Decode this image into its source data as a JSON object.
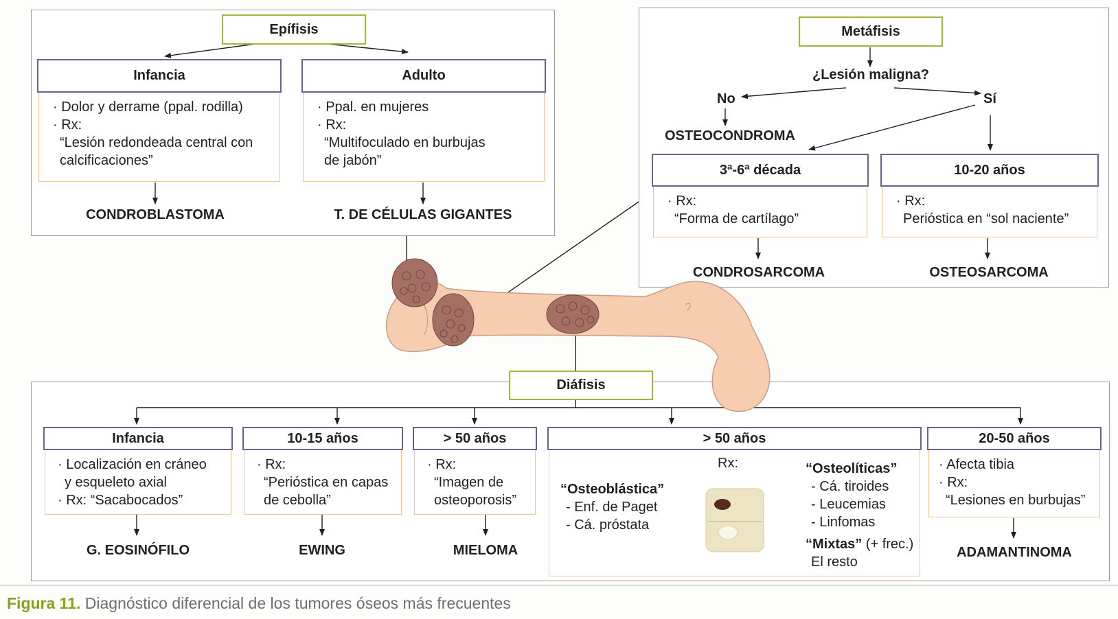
{
  "epifisis": {
    "title": "Epífisis",
    "infancia": {
      "header": "Infancia",
      "lines": [
        "· Dolor y derrame (ppal. rodilla)",
        "· Rx:",
        "“Lesión redondeada central con",
        "calcificaciones”"
      ],
      "result": "CONDROBLASTOMA"
    },
    "adulto": {
      "header": "Adulto",
      "lines": [
        "· Ppal. en mujeres",
        "· Rx:",
        "“Multifoculado en burbujas",
        "de jabón”"
      ],
      "result": "T. DE CÉLULAS GIGANTES"
    }
  },
  "metafisis": {
    "title": "Metáfisis",
    "question": "¿Lesión maligna?",
    "no": "No",
    "si": "Sí",
    "no_result": "OSTEOCONDROMA",
    "decada": {
      "header": "3ª-6ª década",
      "lines": [
        "· Rx:",
        "“Forma de cartílago”"
      ],
      "result": "CONDROSARCOMA"
    },
    "anos": {
      "header": "10-20 años",
      "lines": [
        "· Rx:",
        "Perióstica en “sol naciente”"
      ],
      "result": "OSTEOSARCOMA"
    }
  },
  "diafisis": {
    "title": "Diáfisis",
    "infancia": {
      "header": "Infancia",
      "lines": [
        "· Localización en cráneo",
        "y esqueleto axial",
        "· Rx: “Sacabocados”"
      ],
      "result": "G. EOSINÓFILO"
    },
    "ewing": {
      "header": "10-15 años",
      "lines": [
        "· Rx:",
        "“Perióstica en capas",
        "de cebolla”"
      ],
      "result": "EWING"
    },
    "mieloma": {
      "header": "> 50 años",
      "lines": [
        "· Rx:",
        "“Imagen de",
        "osteoporosis”"
      ],
      "result": "MIELOMA"
    },
    "metastasis": {
      "header": "> 50 años",
      "rx": "Rx:",
      "blastica_title": "“Osteoblástica”",
      "blastica_items": [
        "- Enf. de Paget",
        "- Cá. próstata"
      ],
      "liticas_title": "“Osteolíticas”",
      "liticas_items": [
        "- Cá. tiroides",
        "- Leucemias",
        "- Linfomas"
      ],
      "mixtas_title": "“Mixtas”",
      "mixtas_suffix": " (+ frec.)",
      "mixtas_item": "El resto"
    },
    "adamantinoma": {
      "header": "20-50 años",
      "lines": [
        "· Afecta tibia",
        "· Rx:",
        "“Lesiones en burbujas”"
      ],
      "result": "ADAMANTINOMA"
    }
  },
  "caption": {
    "label": "Figura 11.",
    "text": " Diagnóstico diferencial de los tumores óseos más frecuentes"
  },
  "colors": {
    "panel_border": "#9d97ad",
    "green_border": "#a4b43c",
    "header_border": "#6e5f8e",
    "body_border": "#f2c58f",
    "bone_fill": "#f6cdae",
    "tumor_fill": "#a56f64",
    "caption_accent": "#86a128"
  }
}
